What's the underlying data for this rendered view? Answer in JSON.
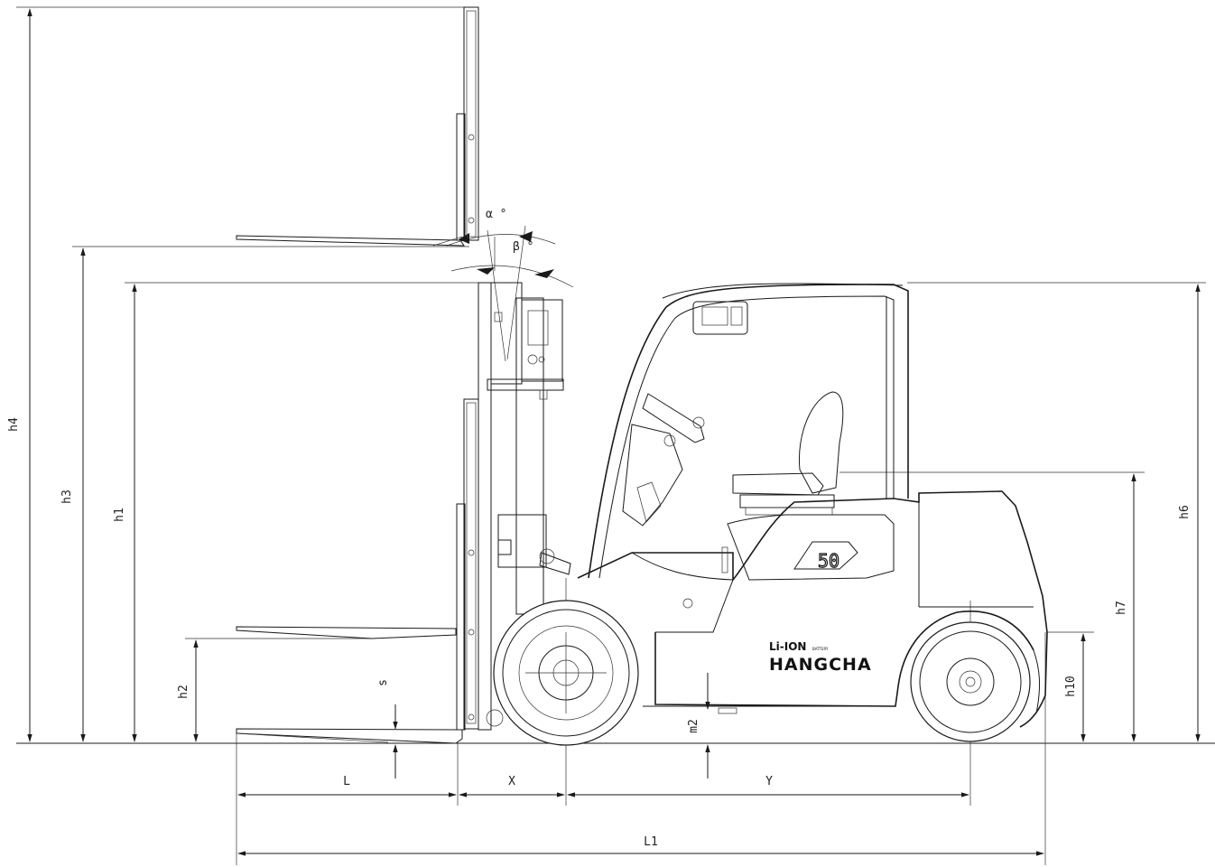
{
  "dimensions": {
    "h4": "h4",
    "h3": "h3",
    "h1": "h1",
    "h2": "h2",
    "s": "s",
    "m2": "m2",
    "h10": "h10",
    "h7": "h7",
    "h6": "h6",
    "L": "L",
    "X": "X",
    "Y": "Y",
    "L1": "L1",
    "alpha": "α °",
    "beta": "β °"
  },
  "branding": {
    "line1": "Li-ION",
    "line1_suffix": "BATTERY",
    "line2": "HANGCHA",
    "model": "50"
  },
  "colors": {
    "line": "#1a1a1a",
    "background": "#ffffff"
  }
}
